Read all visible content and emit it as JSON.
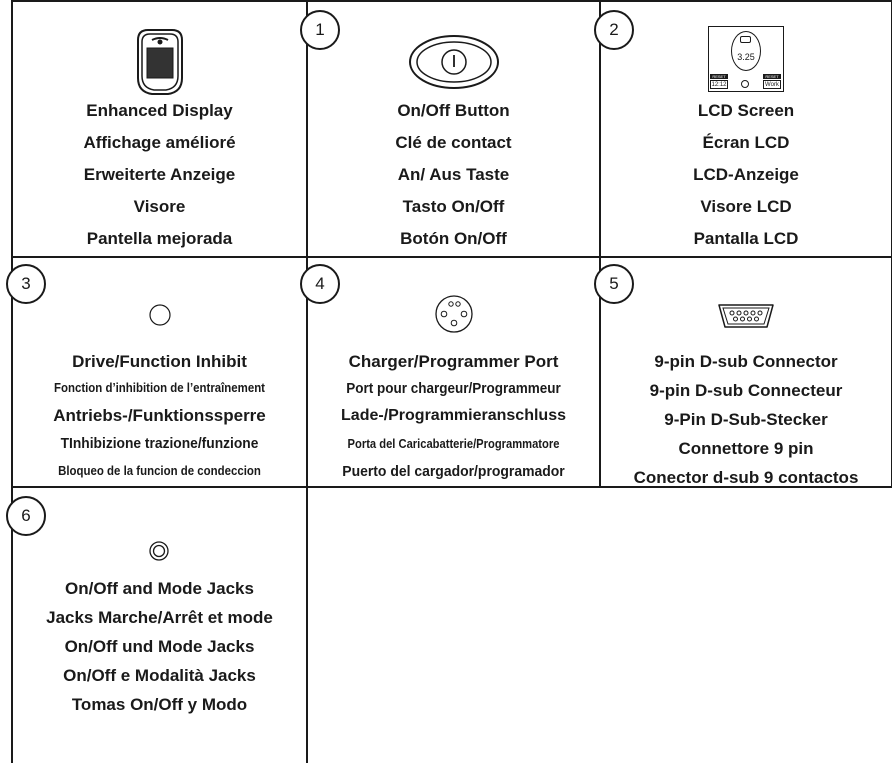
{
  "cells": [
    {
      "badge": "",
      "icon": "enhanced-display-icon",
      "lines": [
        "Enhanced Display",
        "Affichage amélioré",
        "Erweiterte Anzeige",
        "Visore",
        "Pantella mejorada"
      ]
    },
    {
      "badge": "1",
      "icon": "power-button-icon",
      "lines": [
        "On/Off Button",
        "Clé de contact",
        "An/ Aus Taste",
        "Tasto On/Off",
        "Botón On/Off"
      ]
    },
    {
      "badge": "2",
      "icon": "lcd-screen-icon",
      "screen": {
        "value": "3.25",
        "left_top": "RESET",
        "left_bottom": "12:12",
        "right_top": "RESET",
        "right_bottom": "Work"
      },
      "lines": [
        "LCD Screen",
        "Écran LCD",
        "LCD-Anzeige",
        "Visore LCD",
        "Pantalla LCD"
      ]
    },
    {
      "badge": "3",
      "icon": "inhibit-jack-icon",
      "lines": [
        "Drive/Function Inhibit",
        "Fonction d’inhibition de l’entraînement",
        "Antriebs-/Funktionssperre",
        "TInhibizione trazione/funzione",
        "Bloqueo de la funcion de condeccion"
      ]
    },
    {
      "badge": "4",
      "icon": "charger-port-icon",
      "lines": [
        "Charger/Programmer Port",
        "Port pour chargeur/Programmeur",
        "Lade-/Programmieranschluss",
        "Porta del Caricabatterie/Programmatore",
        "Puerto del cargador/programador"
      ]
    },
    {
      "badge": "5",
      "icon": "dsub-connector-icon",
      "lines": [
        "9-pin D-sub Connector",
        "9-pin D-sub Connecteur",
        "9-Pin D-Sub-Stecker",
        "Connettore 9 pin",
        "Conector d-sub 9 contactos"
      ]
    },
    {
      "badge": "6",
      "icon": "mode-jack-icon",
      "lines": [
        "On/Off and Mode Jacks",
        "Jacks Marche/Arrêt et mode",
        "On/Off und Mode Jacks",
        "On/Off e Modalità Jacks",
        "Tomas On/Off y Modo"
      ]
    }
  ]
}
